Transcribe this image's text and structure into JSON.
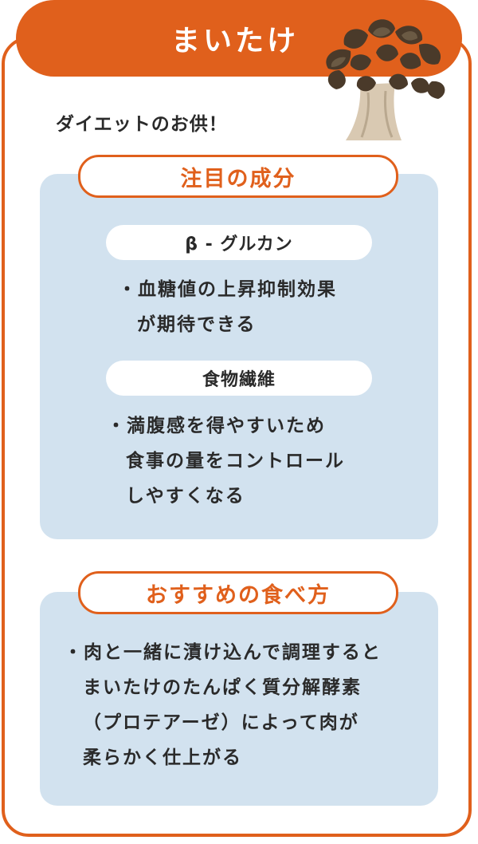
{
  "title": "まいたけ",
  "tagline": "ダイエットのお供！",
  "nutrients": {
    "heading": "注目の成分",
    "items": [
      {
        "name": "β - グルカン",
        "lines": [
          "・血糖値の上昇抑制効果",
          "が期待できる"
        ]
      },
      {
        "name": "食物繊維",
        "lines": [
          "・満腹感を得やすいため",
          "食事の量をコントロール",
          "しやすくなる"
        ]
      }
    ]
  },
  "recommend": {
    "heading": "おすすめの食べ方",
    "lines": [
      "・肉と一緒に漬け込んで調理すると",
      "まいたけのたんぱく質分解酵素",
      "（プロテアーゼ）によって肉が",
      "柔らかく仕上がる"
    ]
  },
  "colors": {
    "accent": "#e0601c",
    "panel": "#d2e2ef",
    "mushroom_cap": "#4a3a2a",
    "mushroom_stem": "#d9c9b2"
  },
  "icons": {
    "illustration": "maitake-mushroom-icon"
  }
}
